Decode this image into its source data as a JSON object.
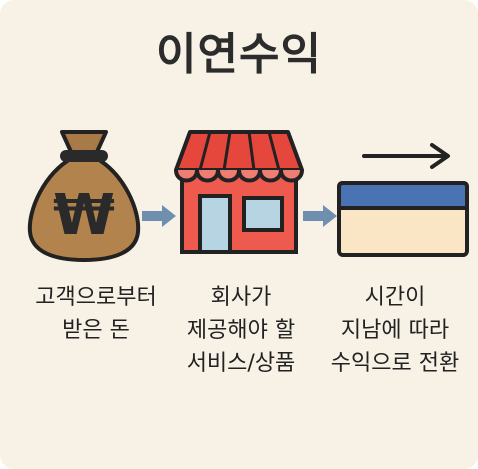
{
  "title": "이연수익",
  "steps": [
    {
      "icon": "money-bag-icon",
      "lines": [
        "고객으로부터",
        "받은 돈"
      ]
    },
    {
      "icon": "store-icon",
      "lines": [
        "회사가",
        "제공해야 할",
        "서비스/상품"
      ]
    },
    {
      "icon": "time-transition-icon",
      "lines": [
        "시간이",
        "지남에 따라",
        "수익으로 전환"
      ]
    }
  ],
  "bag_symbol": "₩",
  "colors": {
    "background": "#f8f2e6",
    "bag": "#b3834e",
    "awning": "#e5473d",
    "store": "#ef5a4f",
    "window": "#b7d4e2",
    "arrow": "#6f8fae",
    "bar_top": "#4a73b4",
    "bar_bottom": "#fae5c4"
  }
}
